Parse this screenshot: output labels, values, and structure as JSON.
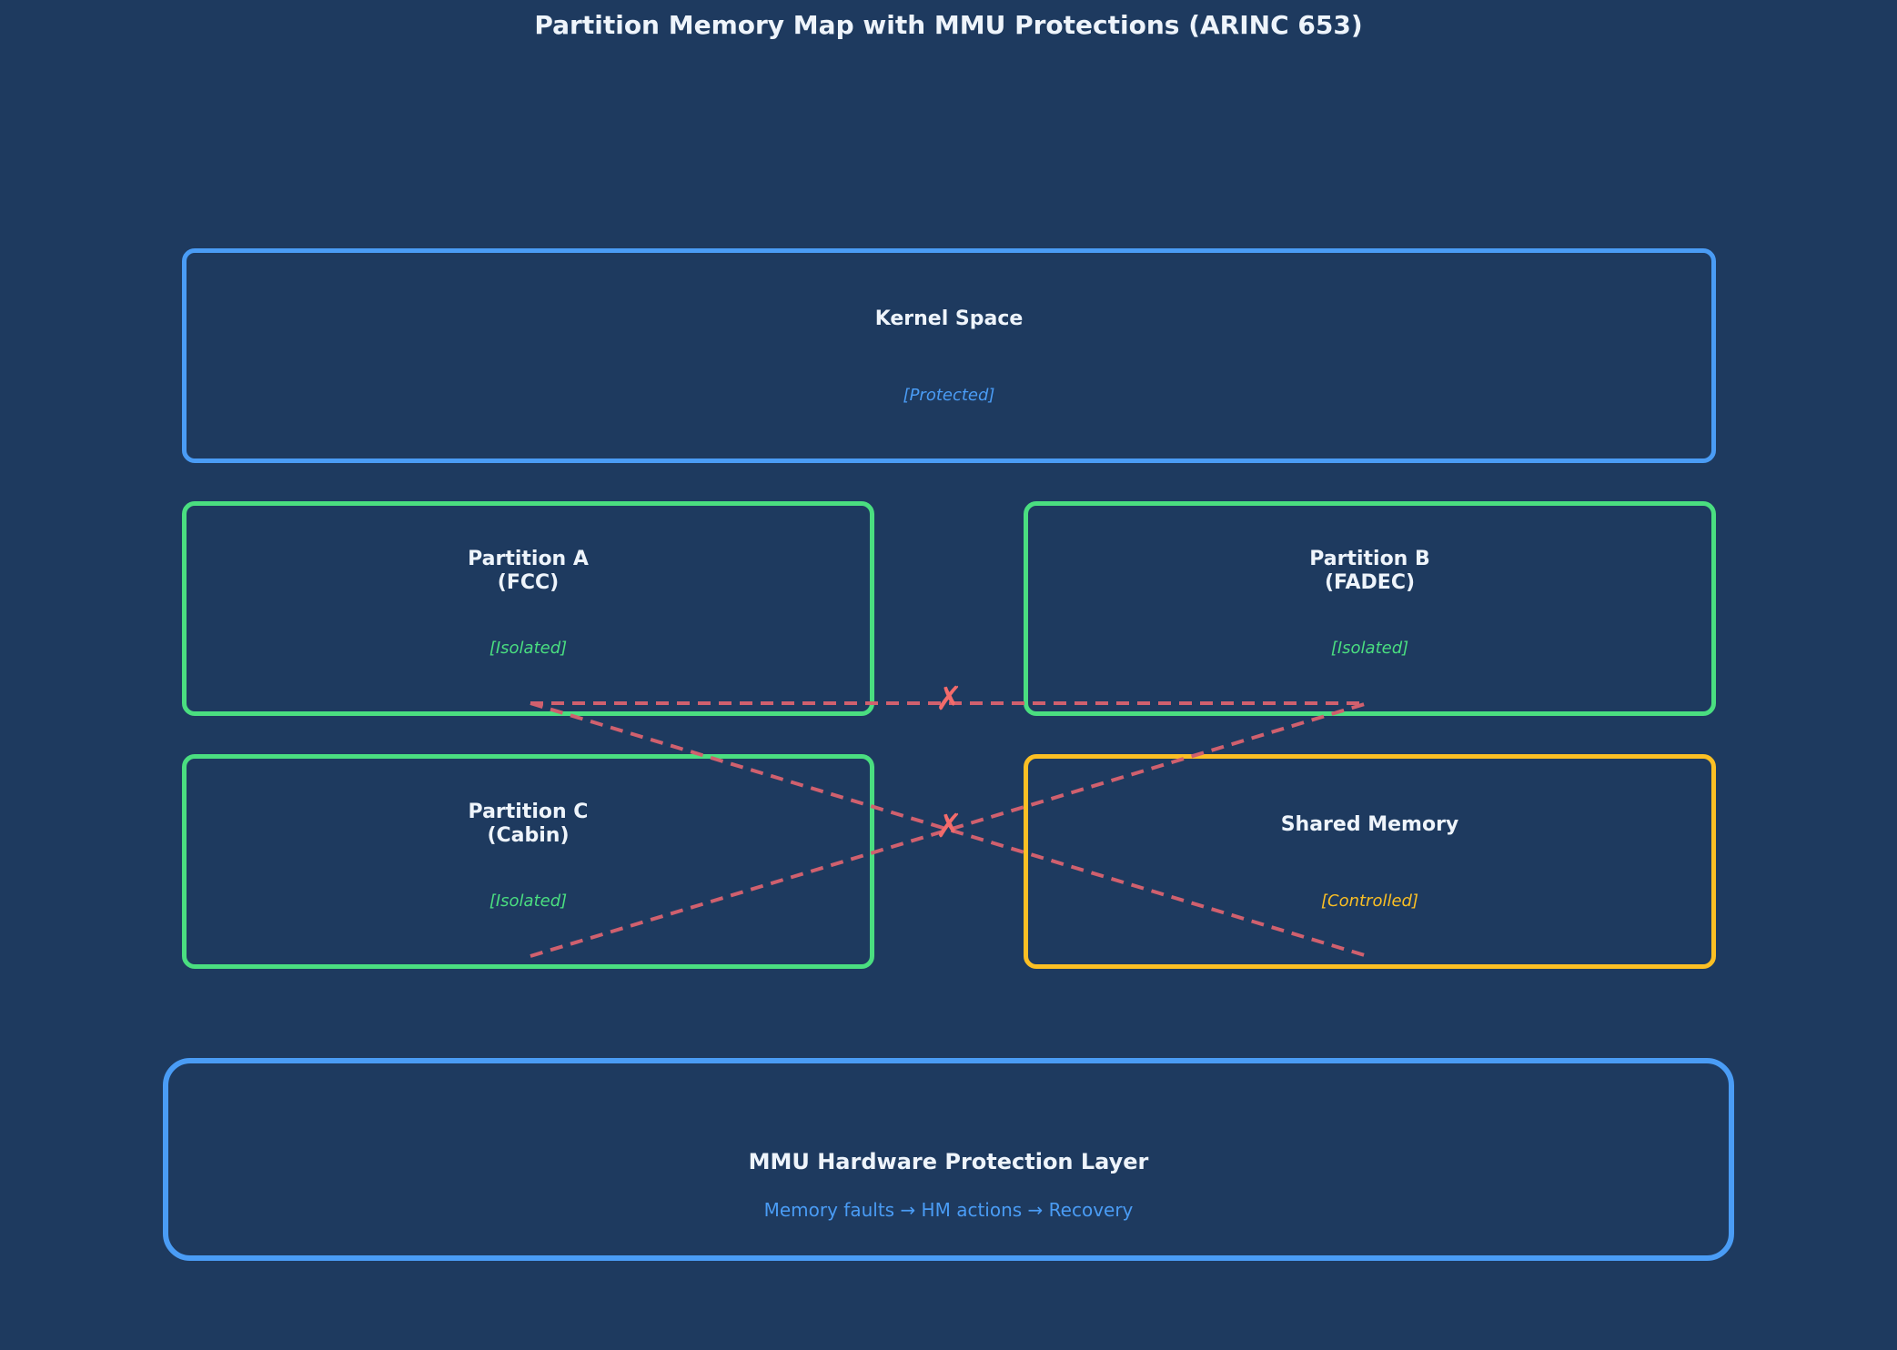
{
  "title": "Partition Memory Map with MMU Protections (ARINC 653)",
  "kernel": {
    "label": "Kernel Space",
    "tag": "[Protected]"
  },
  "partition_a": {
    "label": "Partition A\n(FCC)",
    "tag": "[Isolated]"
  },
  "partition_b": {
    "label": "Partition B\n(FADEC)",
    "tag": "[Isolated]"
  },
  "partition_c": {
    "label": "Partition C\n(Cabin)",
    "tag": "[Isolated]"
  },
  "shared": {
    "label": "Shared Memory",
    "tag": "[Controlled]"
  },
  "mmu": {
    "label": "MMU Hardware Protection Layer",
    "sub": "Memory faults → HM actions → Recovery"
  },
  "blocked_marks": [
    "✗",
    "✗"
  ],
  "colors": {
    "background": "#1e3a5f",
    "protected": "#4a9cf5",
    "isolated": "#4ade80",
    "controlled": "#fbbf24",
    "blocked": "#f26b6b"
  }
}
